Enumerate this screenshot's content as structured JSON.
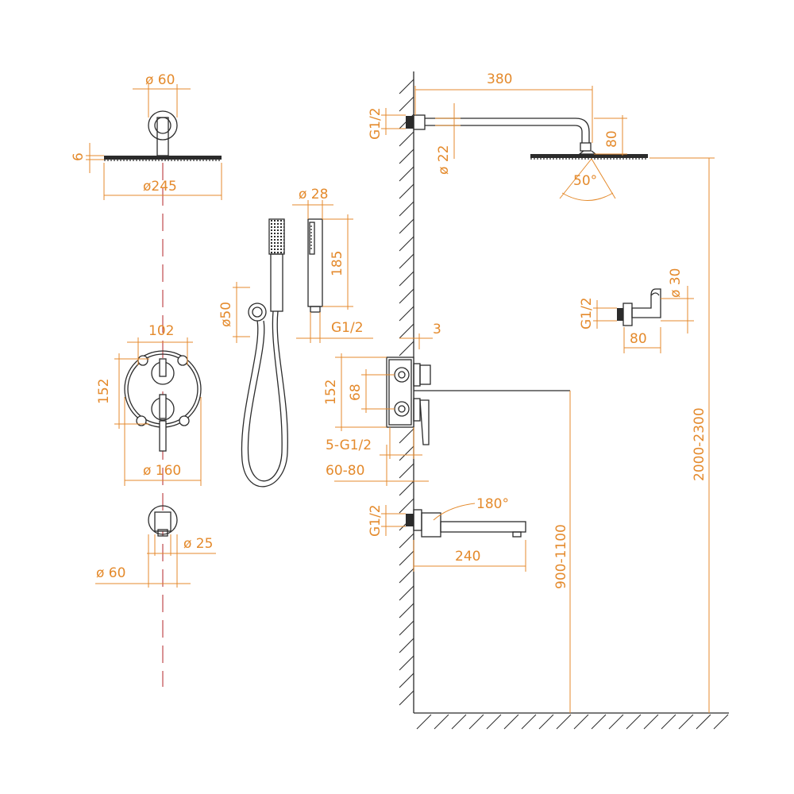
{
  "dims": {
    "head_flange_dia": "ø 60",
    "head_thickness": "6",
    "head_dia": "ø245",
    "hand_dia": "ø 28",
    "hand_len": "185",
    "holder_dia": "ø50",
    "hand_thread": "G1/2",
    "mixer_width": "102",
    "mixer_height": "152",
    "mixer_plate_dia": "ø 160",
    "outlet_small_dia": "ø 25",
    "outlet_flange_dia": "ø 60",
    "arm_len": "380",
    "arm_thread": "G1/2",
    "arm_pipe_dia": "ø 22",
    "arm_drop": "80",
    "spray_angle": "50°",
    "holder2_dia": "ø 30",
    "holder2_thread": "G1/2",
    "holder2_len": "80",
    "wall_gap": "3",
    "valve_height": "152",
    "valve_spacing": "68",
    "valve_threads": "5-G1/2",
    "valve_depth": "60-80",
    "spout_rotation": "180°",
    "spout_thread": "G1/2",
    "spout_len": "240",
    "spout_height": "900-1100",
    "head_height": "2000-2300"
  }
}
